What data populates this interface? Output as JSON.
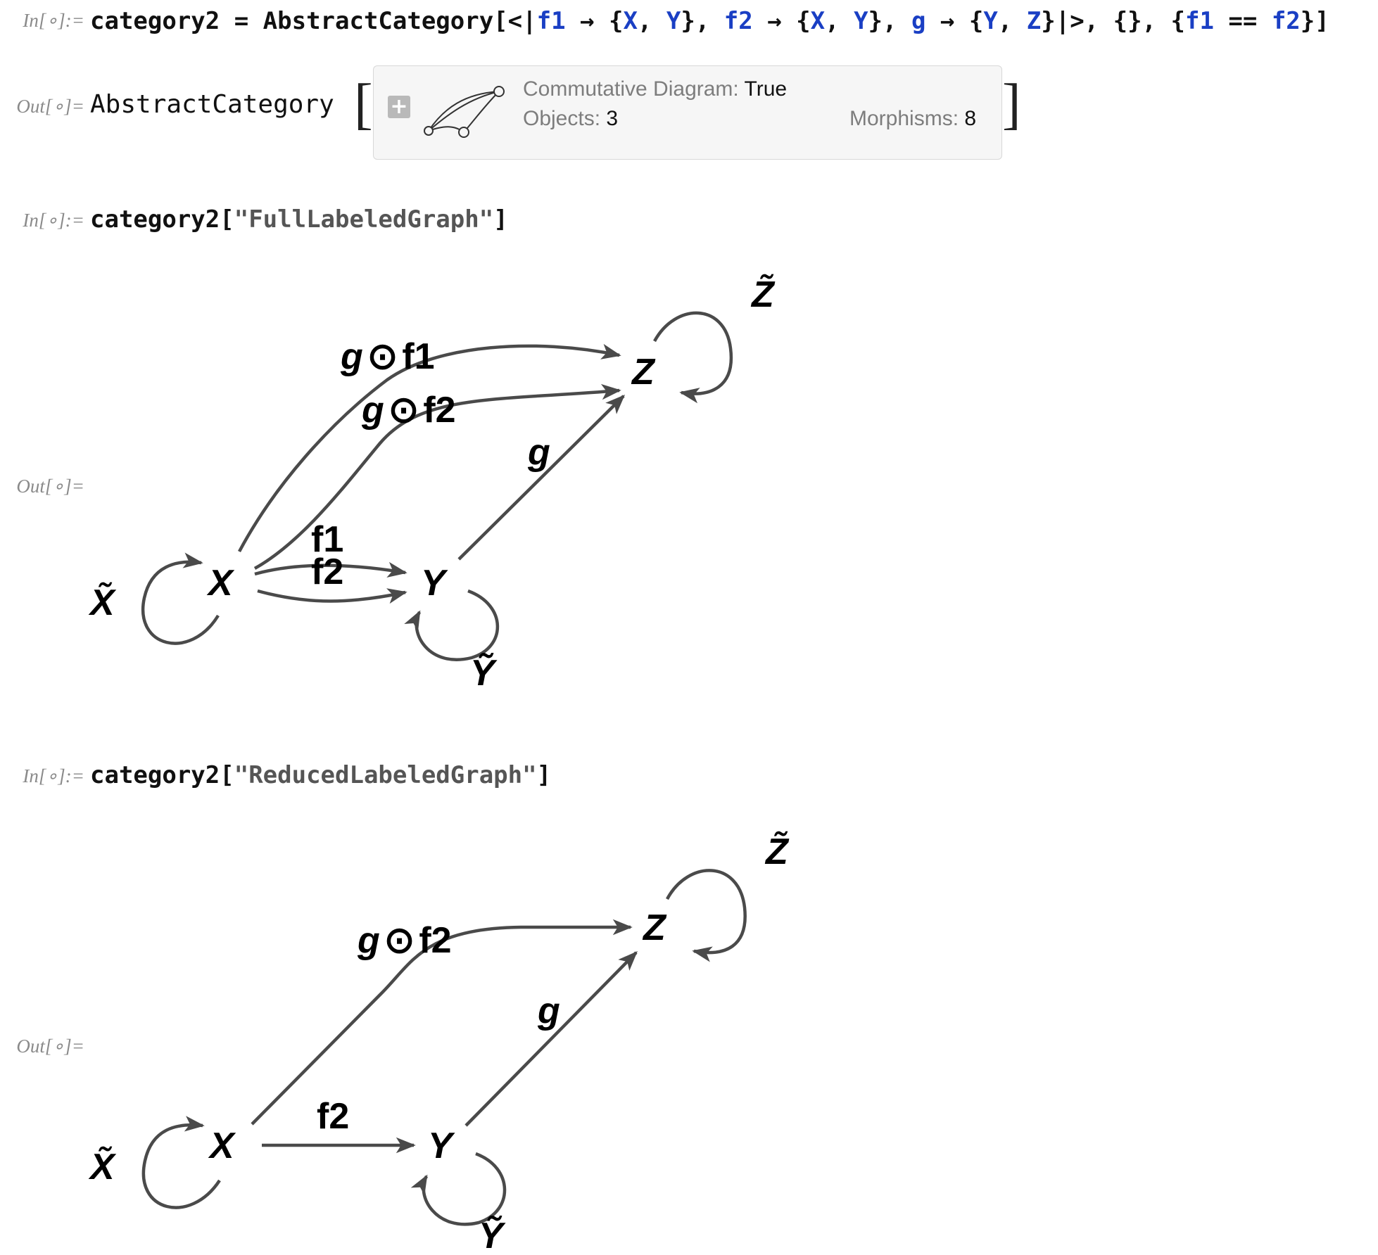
{
  "cells": [
    {
      "in_label": "In[∘]:=",
      "out_label": "Out[∘]="
    },
    {
      "in_label": "In[∘]:=",
      "out_label": "Out[∘]="
    },
    {
      "in_label": "In[∘]:=",
      "out_label": "Out[∘]="
    }
  ],
  "input1": {
    "var": "category2",
    "eq": " = ",
    "head": "AbstractCategory[<|",
    "f1": "f1",
    "arrow1": " → {",
    "x1": "X",
    "comma1": ", ",
    "y1": "Y",
    "close1": "}, ",
    "f2": "f2",
    "arrow2": " → {",
    "x2": "X",
    "comma2": ", ",
    "y2": "Y",
    "close2": "}, ",
    "g": "g",
    "arrow3": " → {",
    "y3": "Y",
    "comma3": ", ",
    "z3": "Z",
    "close3": "}|>, {}, {",
    "f1b": "f1",
    "eqeq": " == ",
    "f2b": "f2",
    "tail": "}]"
  },
  "output1": {
    "head": "AbstractCategory",
    "summary": {
      "commutative_label": "Commutative Diagram: ",
      "commutative_value": "True",
      "objects_label": "Objects: ",
      "objects_value": "3",
      "morphisms_label": "Morphisms: ",
      "morphisms_value": "8"
    }
  },
  "input2": {
    "var": "category2",
    "open": "[",
    "arg": "\"FullLabeledGraph\"",
    "close": "]"
  },
  "input3": {
    "var": "category2",
    "open": "[",
    "arg": "\"ReducedLabeledGraph\"",
    "close": "]"
  },
  "full_graph": {
    "nodes": {
      "x": "X",
      "y": "Y",
      "z": "Z"
    },
    "loops": {
      "x": "X̃",
      "y": "Ỹ",
      "z": "Z̃"
    },
    "edges": {
      "gf1_g": "g",
      "gf1_op": "⊙",
      "gf1_f": "f1",
      "gf2_g": "g",
      "gf2_op": "⊙",
      "gf2_f": "f2",
      "f1": "f1",
      "f2": "f2",
      "g": "g"
    }
  },
  "reduced_graph": {
    "nodes": {
      "x": "X",
      "y": "Y",
      "z": "Z"
    },
    "loops": {
      "x": "X̃",
      "y": "Ỹ",
      "z": "Z̃"
    },
    "edges": {
      "gf2_g": "g",
      "gf2_op": "⊙",
      "gf2_f": "f2",
      "f2": "f2",
      "g": "g"
    }
  },
  "colors": {
    "symbol": "#1a3fc4",
    "edge": "#4a4a4a",
    "label": "#8a8a8a"
  }
}
